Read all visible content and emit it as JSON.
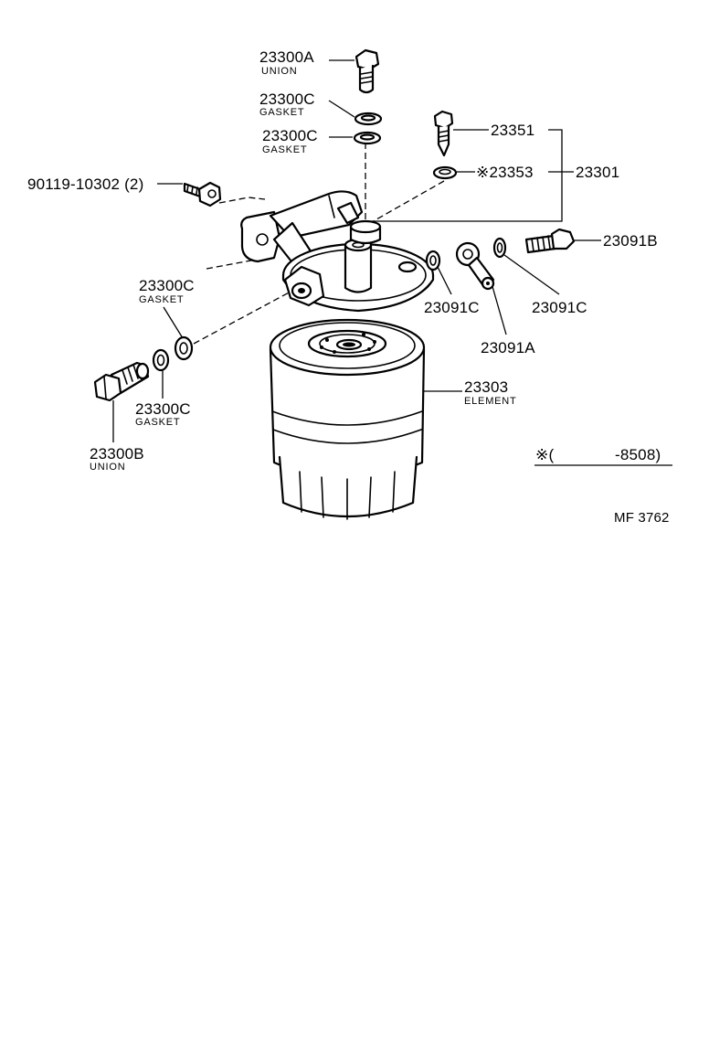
{
  "callouts": {
    "union_a": {
      "number": "23300A",
      "name": "UNION"
    },
    "gasket_top1": {
      "number": "23300C",
      "name": "GASKET"
    },
    "gasket_top2": {
      "number": "23300C",
      "name": "GASKET"
    },
    "bolt_90119": {
      "number": "90119-10302 (2)"
    },
    "bolt_23351": {
      "number": "23351"
    },
    "washer_23353": {
      "number": "※23353"
    },
    "group_23301": {
      "number": "23301"
    },
    "union_bolt_23091b": {
      "number": "23091B"
    },
    "gasket_left": {
      "number": "23300C",
      "name": "GASKET"
    },
    "washer_23091c_left": {
      "number": "23091C"
    },
    "washer_23091c_right": {
      "number": "23091C"
    },
    "union_23091a": {
      "number": "23091A"
    },
    "element": {
      "number": "23303",
      "name": "ELEMENT"
    },
    "gasket_bottom": {
      "number": "23300C",
      "name": "GASKET"
    },
    "union_b": {
      "number": "23300B",
      "name": "UNION"
    }
  },
  "footnote": {
    "text": "※(",
    "range": "-8508)"
  },
  "diagram_code": "MF 3762"
}
